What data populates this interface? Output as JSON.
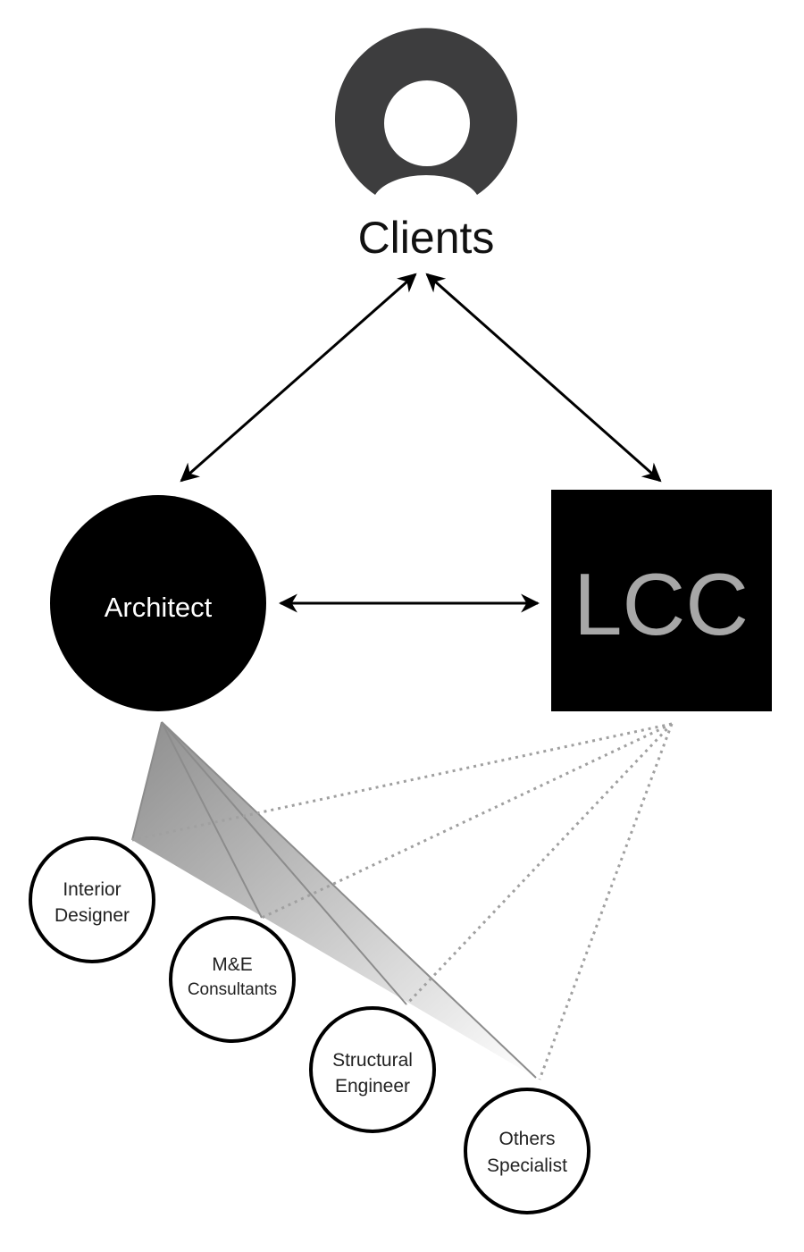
{
  "nodes": {
    "clients": {
      "label": "Clients",
      "icon": "user-icon",
      "color": "#3d3d3e"
    },
    "architect": {
      "label": "Architect",
      "fill": "#000000",
      "text_color": "#ffffff"
    },
    "lcc": {
      "label": "LCC",
      "fill": "#000000",
      "text_color": "#a7a7a7"
    },
    "interior_designer": {
      "line1": "Interior",
      "line2": "Designer"
    },
    "me_consultants": {
      "line1": "M&E",
      "line2": "Consultants"
    },
    "structural_engineer": {
      "line1": "Structural",
      "line2": "Engineer"
    },
    "others_specialist": {
      "line1": "Others",
      "line2": "Specialist"
    }
  },
  "edges": [
    {
      "from": "clients",
      "to": "architect",
      "style": "double-arrow"
    },
    {
      "from": "clients",
      "to": "lcc",
      "style": "double-arrow"
    },
    {
      "from": "architect",
      "to": "lcc",
      "style": "double-arrow"
    },
    {
      "from": "architect",
      "to": "interior_designer",
      "style": "gradient-fan"
    },
    {
      "from": "architect",
      "to": "me_consultants",
      "style": "gradient-fan"
    },
    {
      "from": "architect",
      "to": "structural_engineer",
      "style": "gradient-fan"
    },
    {
      "from": "architect",
      "to": "others_specialist",
      "style": "gradient-fan"
    },
    {
      "from": "lcc",
      "to": "interior_designer",
      "style": "dotted"
    },
    {
      "from": "lcc",
      "to": "me_consultants",
      "style": "dotted"
    },
    {
      "from": "lcc",
      "to": "structural_engineer",
      "style": "dotted"
    },
    {
      "from": "lcc",
      "to": "others_specialist",
      "style": "dotted"
    }
  ],
  "colors": {
    "arrow": "#000000",
    "dotted": "#a0a0a0",
    "fan_dark": "#8c8c8c",
    "fan_light": "#ffffff"
  }
}
